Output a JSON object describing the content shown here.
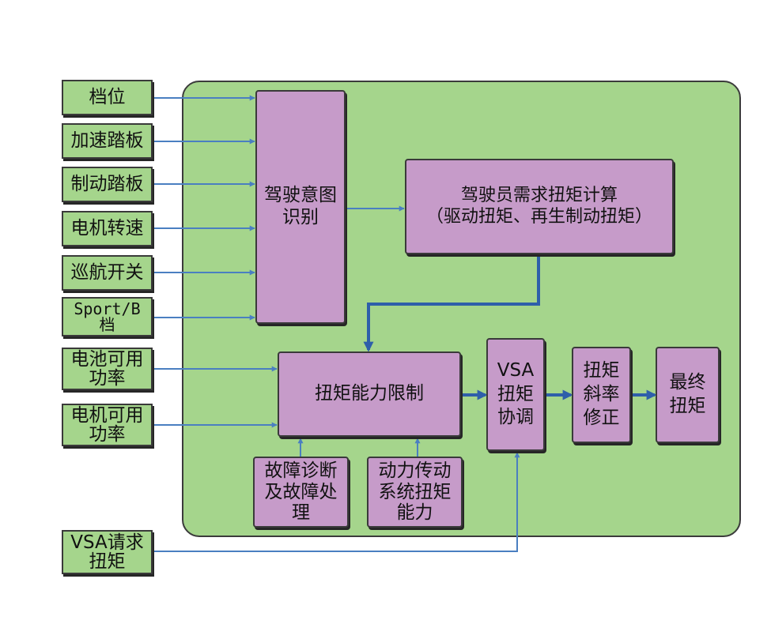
{
  "inputs": {
    "gear": "档位",
    "accelerator_pedal": "加速踏板",
    "brake_pedal": "制动踏板",
    "motor_speed": "电机转速",
    "cruise_switch": "巡航开关",
    "sport_b_gear": "Sport/B\n档",
    "battery_available_power": "电池可用\n功率",
    "motor_available_power": "电机可用\n功率",
    "vsa_request_torque": "VSA请求\n扭矩"
  },
  "blocks": {
    "driver_intent": "驾驶意图\n识别",
    "driver_demand_torque": "驾驶员需求扭矩计算\n（驱动扭矩、再生制动扭矩）",
    "torque_capability_limit": "扭矩能力限制",
    "vsa_coordination": "VSA\n扭矩\n协调",
    "torque_slope_correction": "扭矩\n斜率\n修正",
    "final_torque": "最终\n扭矩",
    "fault_diagnosis": "故障诊断\n及故障处\n理",
    "driveline_capability": "动力传动\n系统扭矩\n能力"
  },
  "colors": {
    "panel_fill": "#a5d58c",
    "input_fill": "#a5d58c",
    "block_fill": "#c69bc9",
    "thin_arrow": "#4a7fc1",
    "thick_arrow": "#2e5faa"
  }
}
